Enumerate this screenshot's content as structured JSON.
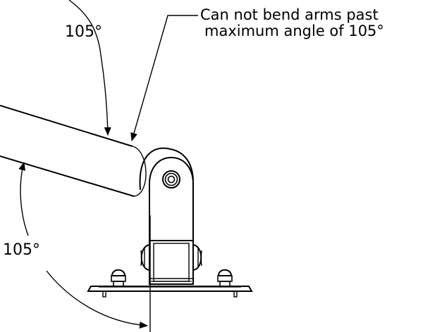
{
  "angle_top": "105°",
  "angle_bottom": "105°",
  "note_line1": "Can not bend arms past",
  "note_line2": "maximum angle of 105°",
  "ink_color": "#000000",
  "paper_color": "#ffffff"
}
